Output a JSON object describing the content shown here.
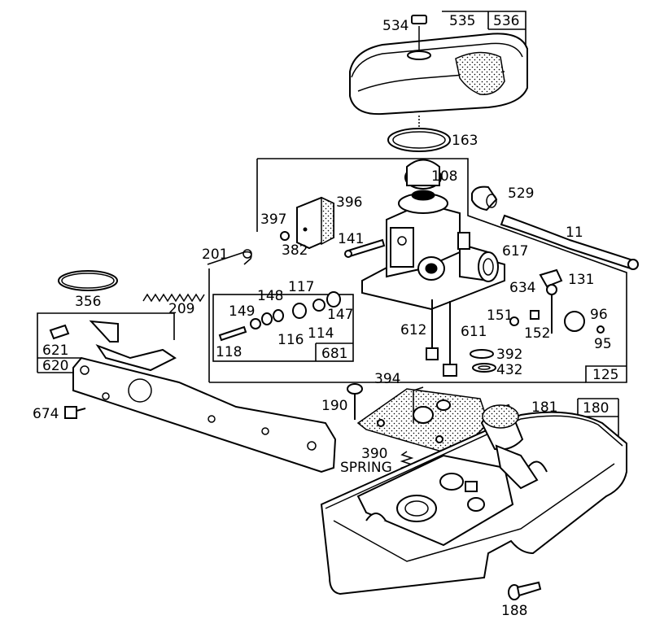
{
  "labels": {
    "l534": "534",
    "l535": "535",
    "l536": "536",
    "l163": "163",
    "l108": "108",
    "l529": "529",
    "l396": "396",
    "l397": "397",
    "l382": "382",
    "l141": "141",
    "l201": "201",
    "l11": "11",
    "l617": "617",
    "l131": "131",
    "l634": "634",
    "l96": "96",
    "l95": "95",
    "l151": "151",
    "l152": "152",
    "l356": "356",
    "l209": "209",
    "l148": "148",
    "l117": "117",
    "l149": "149",
    "l147": "147",
    "l116": "116",
    "l114": "114",
    "l118": "118",
    "l681": "681",
    "l612": "612",
    "l611": "611",
    "l392": "392",
    "l432": "432",
    "l125": "125",
    "l621": "621",
    "l620": "620",
    "l674": "674",
    "l394": "394",
    "l190": "190",
    "l181": "181",
    "l180": "180",
    "l390": "390",
    "spring": "SPRING",
    "l188": "188"
  }
}
